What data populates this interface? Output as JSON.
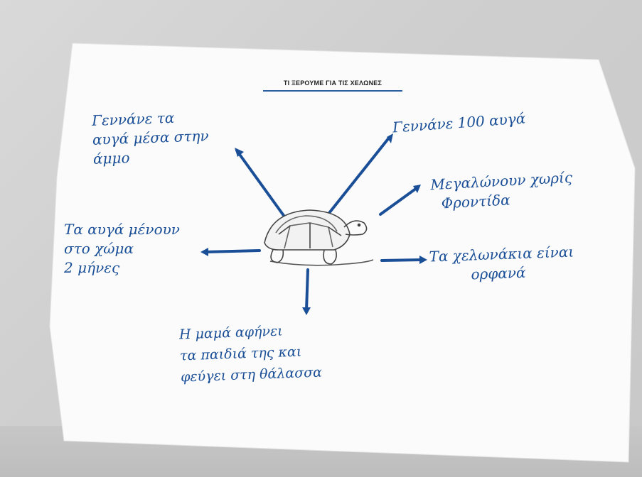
{
  "sheet": {
    "title": "ΤΙ ΞΕΡΟΥΜΕ ΓΙΑ ΤΙΣ ΧΕΛΩΝΕΣ"
  },
  "notes": {
    "top_left": [
      "Γεννάνε τα",
      "αυγά μέσα στην",
      "άμμο"
    ],
    "top_right": [
      "Γεννάνε 100 αυγά"
    ],
    "right_upper": [
      "Μεγαλώνουν χωρίς",
      "Φροντίδα"
    ],
    "left": [
      "Τα αυγά μένουν",
      "στο χώμα",
      "2 μήνες"
    ],
    "right_lower": [
      "Τα χελωνάκια είναι",
      "ορφανά"
    ],
    "bottom": [
      "Η μαμά αφήνει",
      "τα παιδιά της και",
      "φεύγει στη θάλασσα"
    ]
  },
  "colors": {
    "ink": "#1a4f97",
    "paper": "#fbfbfb",
    "background": "#cfcfcf"
  },
  "icons": {
    "center": "turtle-drawing"
  }
}
